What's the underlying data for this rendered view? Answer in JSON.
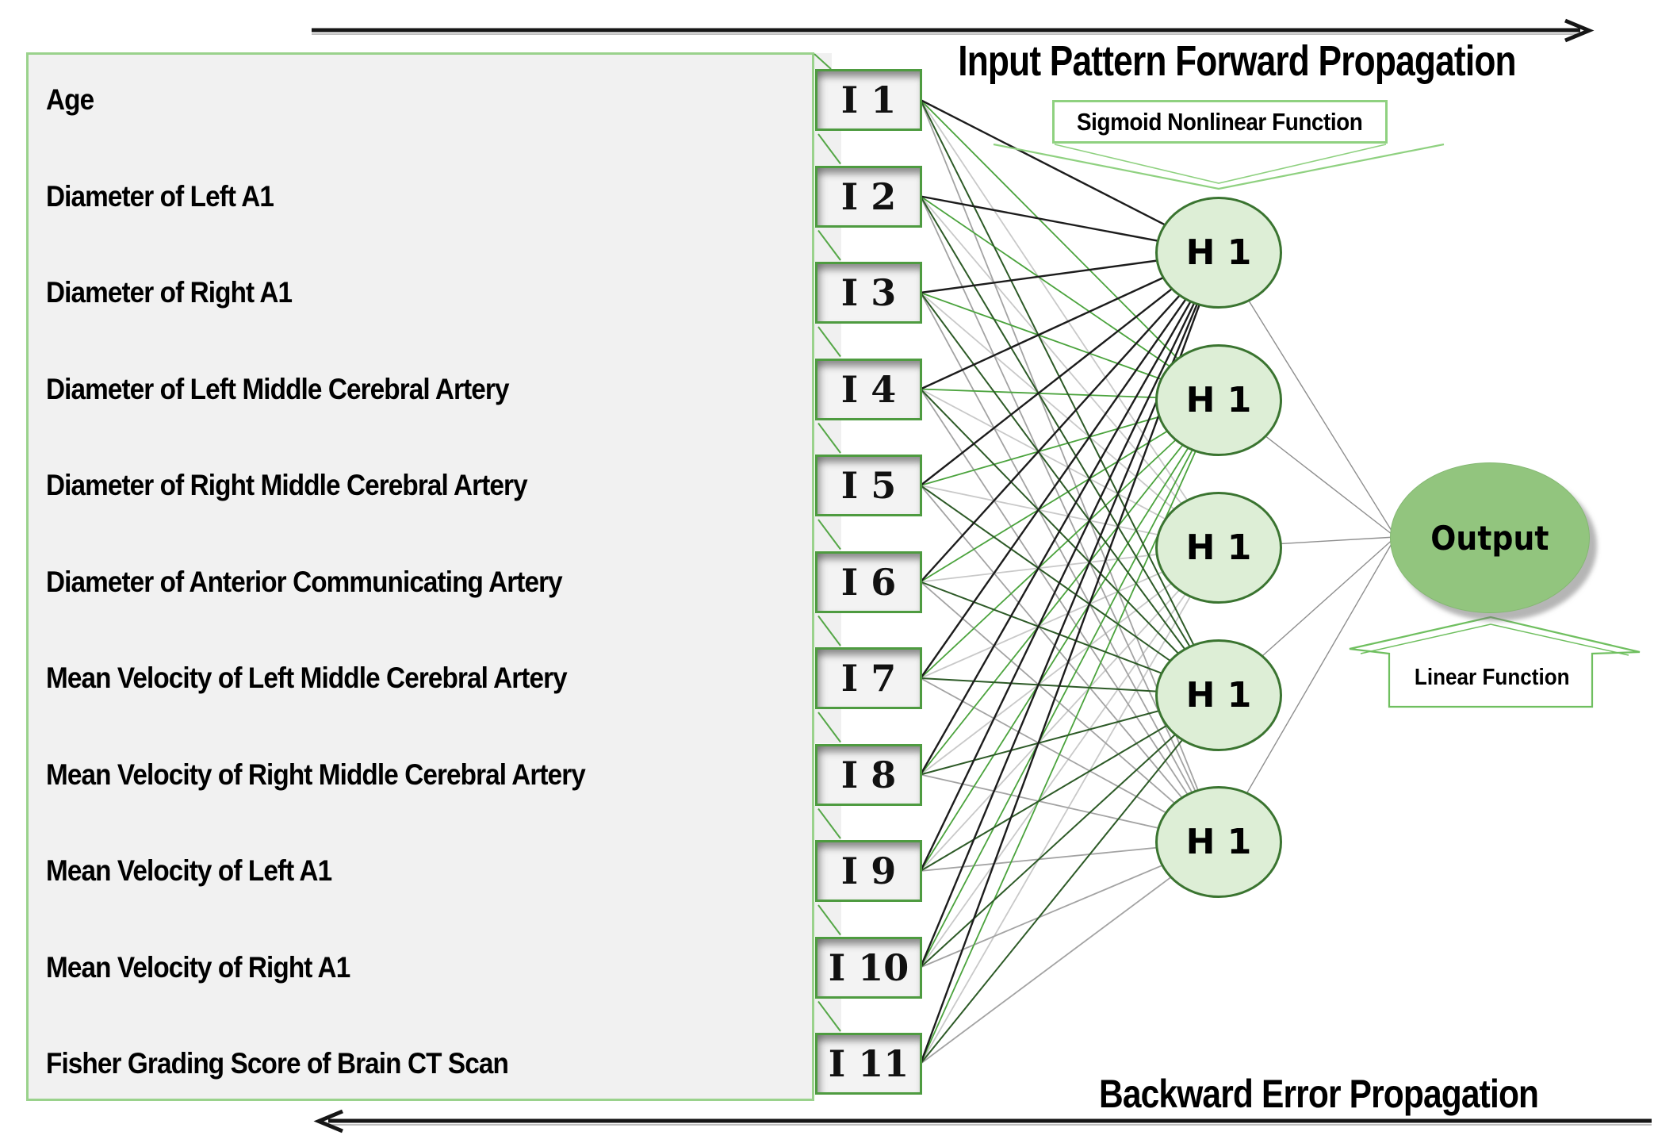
{
  "diagram_title_top": "Input Pattern Forward Propagation",
  "diagram_title_bottom": "Backward Error Propagation",
  "callouts": {
    "sigmoid": "Sigmoid Nonlinear Function",
    "linear": "Linear Function"
  },
  "features": [
    "Age",
    "Diameter of Left A1",
    "Diameter of Right A1",
    "Diameter of Left Middle Cerebral Artery",
    "Diameter of Right Middle Cerebral Artery",
    "Diameter of Anterior Communicating Artery",
    "Mean Velocity of Left Middle Cerebral Artery",
    "Mean Velocity of Right Middle Cerebral Artery",
    "Mean Velocity of Left A1",
    "Mean Velocity of Right A1",
    "Fisher Grading Score of Brain CT Scan"
  ],
  "input_nodes": [
    "I 1",
    "I 2",
    "I 3",
    "I 4",
    "I 5",
    "I 6",
    "I 7",
    "I 8",
    "I 9",
    "I 10",
    "I 11"
  ],
  "hidden_nodes": [
    "H 1",
    "H 1",
    "H 1",
    "H 1",
    "H 1"
  ],
  "output_node_label": "Output",
  "colors": {
    "panel_border": "#9ad28c",
    "panel_fill": "#f1f1f1",
    "input_border": "#4e9b40",
    "input_fill": "#f3f3f3",
    "hidden_fill": "#ddeed6",
    "hidden_border": "#3a7430",
    "output_fill": "#92c57e",
    "callout_green": "#8fd180",
    "arrow_color": "#161616",
    "step_fill": "#f0f0f0",
    "step_connector_green": "#55a747",
    "input_to_hidden_line_colors": [
      "#1c1c1c",
      "#4ba33d",
      "#c9c9c9",
      "#2d5a27",
      "#a3a3a3"
    ],
    "hidden_to_output_line_color": "#8f8f8f"
  }
}
